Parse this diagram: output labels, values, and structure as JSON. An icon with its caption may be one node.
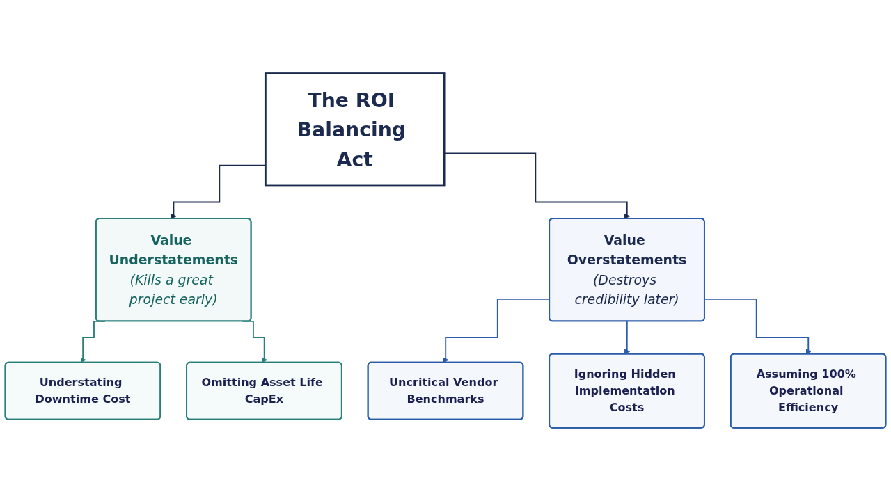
{
  "diagram": {
    "nodes": [
      {
        "text": [
          "The ROI Balancing Act"
        ]
      },
      {
        "text": [
          "Value Understatements",
          "(Kills a great project early)"
        ]
      },
      {
        "text": [
          "Understating Downtime Cost"
        ]
      },
      {
        "text": [
          "Omitting Asset Life CapEx"
        ]
      },
      {
        "text": [
          "Value Overstatements",
          "(Destroys credibility later)"
        ]
      },
      {
        "text": [
          "Uncritical Vendor Benchmarks"
        ]
      },
      {
        "text": [
          "Ignoring Hidden Implementation Costs"
        ]
      },
      {
        "text": [
          "Assuming 100% Operational Efficiency"
        ]
      }
    ],
    "edges": [
      {
        "from": 0,
        "to": 1,
        "arrow": "to",
        "color": "#1b2a4e"
      },
      {
        "from": 0,
        "to": 4,
        "arrow": "to",
        "color": "#1b2a4e"
      },
      {
        "from": 1,
        "to": 2,
        "arrow": "to",
        "color": "#2a7f7a"
      },
      {
        "from": 1,
        "to": 3,
        "arrow": "to",
        "color": "#2a7f7a"
      },
      {
        "from": 4,
        "to": 5,
        "arrow": "to"
      },
      {
        "from": 4,
        "to": 6,
        "arrow": "to"
      },
      {
        "from": 4,
        "to": 7,
        "arrow": "to"
      }
    ]
  }
}
